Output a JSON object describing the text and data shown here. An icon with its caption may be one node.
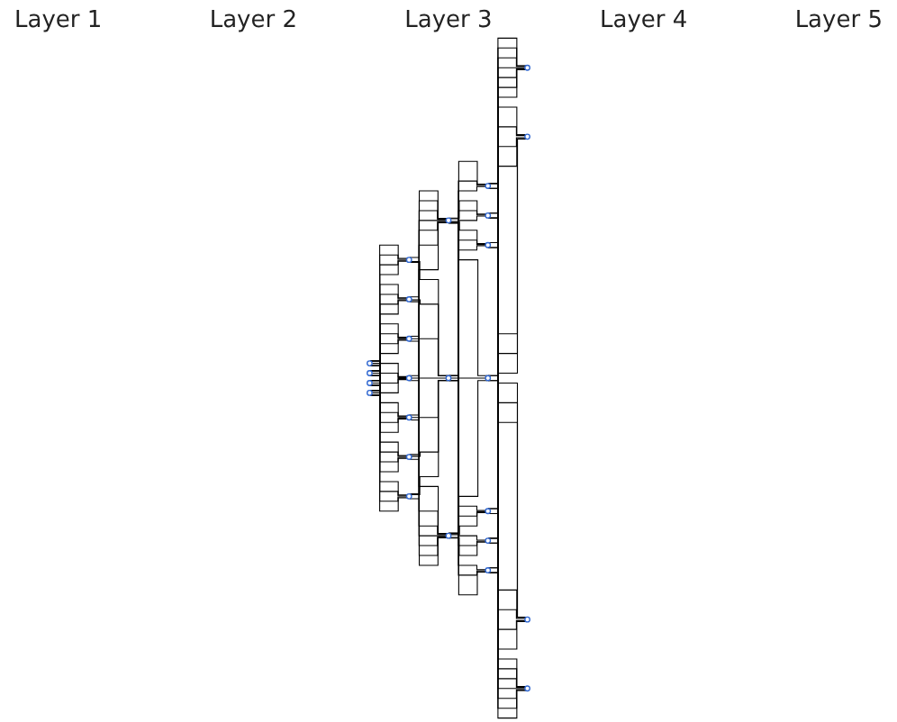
{
  "diagram": {
    "nodes": [
      {
        "text": [],
        "shape": "circle"
      },
      {
        "text": [],
        "shape": "circle"
      },
      {
        "text": [],
        "shape": "circle"
      },
      {
        "text": [],
        "shape": "circle"
      },
      {
        "text": [],
        "shape": "circle"
      },
      {
        "text": [],
        "shape": "circle"
      },
      {
        "text": [],
        "shape": "circle"
      },
      {
        "text": [],
        "shape": "circle"
      },
      {
        "text": [],
        "shape": "circle"
      },
      {
        "text": [],
        "shape": "circle"
      },
      {
        "text": [],
        "shape": "circle"
      },
      {
        "text": [],
        "shape": "circle"
      },
      {
        "text": [],
        "shape": "circle"
      },
      {
        "text": [],
        "shape": "circle"
      },
      {
        "text": [],
        "shape": "circle"
      },
      {
        "text": [],
        "shape": "circle"
      },
      {
        "text": [],
        "shape": "circle"
      },
      {
        "text": [],
        "shape": "circle"
      },
      {
        "text": [],
        "shape": "circle"
      },
      {
        "text": [],
        "shape": "circle"
      },
      {
        "text": [],
        "shape": "circle"
      },
      {
        "text": [],
        "shape": "circle"
      },
      {
        "text": [],
        "shape": "circle"
      },
      {
        "text": [],
        "shape": "circle"
      },
      {
        "text": [],
        "shape": "circle"
      }
    ],
    "edges": [
      {
        "from": 0,
        "to": 4,
        "arrow": "none"
      },
      {
        "from": 0,
        "to": 5,
        "arrow": "none"
      },
      {
        "from": 0,
        "to": 6,
        "arrow": "none"
      },
      {
        "from": 0,
        "to": 7,
        "arrow": "none"
      },
      {
        "from": 0,
        "to": 8,
        "arrow": "none"
      },
      {
        "from": 0,
        "to": 9,
        "arrow": "none"
      },
      {
        "from": 0,
        "to": 10,
        "arrow": "none"
      },
      {
        "from": 1,
        "to": 4,
        "arrow": "none"
      },
      {
        "from": 1,
        "to": 5,
        "arrow": "none"
      },
      {
        "from": 1,
        "to": 6,
        "arrow": "none"
      },
      {
        "from": 1,
        "to": 7,
        "arrow": "none"
      },
      {
        "from": 1,
        "to": 8,
        "arrow": "none"
      },
      {
        "from": 1,
        "to": 9,
        "arrow": "none"
      },
      {
        "from": 1,
        "to": 10,
        "arrow": "none"
      },
      {
        "from": 2,
        "to": 4,
        "arrow": "none"
      },
      {
        "from": 2,
        "to": 5,
        "arrow": "none"
      },
      {
        "from": 2,
        "to": 6,
        "arrow": "none"
      },
      {
        "from": 2,
        "to": 7,
        "arrow": "none"
      },
      {
        "from": 2,
        "to": 8,
        "arrow": "none"
      },
      {
        "from": 2,
        "to": 9,
        "arrow": "none"
      },
      {
        "from": 2,
        "to": 10,
        "arrow": "none"
      },
      {
        "from": 3,
        "to": 4,
        "arrow": "none"
      },
      {
        "from": 3,
        "to": 5,
        "arrow": "none"
      },
      {
        "from": 3,
        "to": 6,
        "arrow": "none"
      },
      {
        "from": 3,
        "to": 7,
        "arrow": "none"
      },
      {
        "from": 3,
        "to": 8,
        "arrow": "none"
      },
      {
        "from": 3,
        "to": 9,
        "arrow": "none"
      },
      {
        "from": 3,
        "to": 10,
        "arrow": "none"
      },
      {
        "from": 4,
        "to": 11,
        "arrow": "none"
      },
      {
        "from": 4,
        "to": 12,
        "arrow": "none"
      },
      {
        "from": 4,
        "to": 13,
        "arrow": "none"
      },
      {
        "from": 5,
        "to": 11,
        "arrow": "none"
      },
      {
        "from": 5,
        "to": 12,
        "arrow": "none"
      },
      {
        "from": 5,
        "to": 13,
        "arrow": "none"
      },
      {
        "from": 6,
        "to": 11,
        "arrow": "none"
      },
      {
        "from": 6,
        "to": 12,
        "arrow": "none"
      },
      {
        "from": 6,
        "to": 13,
        "arrow": "none"
      },
      {
        "from": 7,
        "to": 11,
        "arrow": "none"
      },
      {
        "from": 7,
        "to": 12,
        "arrow": "none"
      },
      {
        "from": 7,
        "to": 13,
        "arrow": "none"
      },
      {
        "from": 8,
        "to": 11,
        "arrow": "none"
      },
      {
        "from": 8,
        "to": 12,
        "arrow": "none"
      },
      {
        "from": 8,
        "to": 13,
        "arrow": "none"
      },
      {
        "from": 9,
        "to": 11,
        "arrow": "none"
      },
      {
        "from": 9,
        "to": 12,
        "arrow": "none"
      },
      {
        "from": 9,
        "to": 13,
        "arrow": "none"
      },
      {
        "from": 10,
        "to": 11,
        "arrow": "none"
      },
      {
        "from": 10,
        "to": 12,
        "arrow": "none"
      },
      {
        "from": 10,
        "to": 13,
        "arrow": "none"
      },
      {
        "from": 11,
        "to": 14,
        "arrow": "none"
      },
      {
        "from": 11,
        "to": 15,
        "arrow": "none"
      },
      {
        "from": 11,
        "to": 16,
        "arrow": "none"
      },
      {
        "from": 11,
        "to": 17,
        "arrow": "none"
      },
      {
        "from": 11,
        "to": 18,
        "arrow": "none"
      },
      {
        "from": 11,
        "to": 19,
        "arrow": "none"
      },
      {
        "from": 11,
        "to": 20,
        "arrow": "none"
      },
      {
        "from": 12,
        "to": 14,
        "arrow": "none"
      },
      {
        "from": 12,
        "to": 15,
        "arrow": "none"
      },
      {
        "from": 12,
        "to": 16,
        "arrow": "none"
      },
      {
        "from": 12,
        "to": 17,
        "arrow": "none"
      },
      {
        "from": 12,
        "to": 18,
        "arrow": "none"
      },
      {
        "from": 12,
        "to": 19,
        "arrow": "none"
      },
      {
        "from": 12,
        "to": 20,
        "arrow": "none"
      },
      {
        "from": 13,
        "to": 14,
        "arrow": "none"
      },
      {
        "from": 13,
        "to": 15,
        "arrow": "none"
      },
      {
        "from": 13,
        "to": 16,
        "arrow": "none"
      },
      {
        "from": 13,
        "to": 17,
        "arrow": "none"
      },
      {
        "from": 13,
        "to": 18,
        "arrow": "none"
      },
      {
        "from": 13,
        "to": 19,
        "arrow": "none"
      },
      {
        "from": 13,
        "to": 20,
        "arrow": "none"
      },
      {
        "from": 14,
        "to": 21,
        "arrow": "none"
      },
      {
        "from": 14,
        "to": 22,
        "arrow": "none"
      },
      {
        "from": 14,
        "to": 23,
        "arrow": "none"
      },
      {
        "from": 14,
        "to": 24,
        "arrow": "none"
      },
      {
        "from": 15,
        "to": 21,
        "arrow": "none"
      },
      {
        "from": 15,
        "to": 22,
        "arrow": "none"
      },
      {
        "from": 15,
        "to": 23,
        "arrow": "none"
      },
      {
        "from": 15,
        "to": 24,
        "arrow": "none"
      },
      {
        "from": 16,
        "to": 21,
        "arrow": "none"
      },
      {
        "from": 16,
        "to": 22,
        "arrow": "none"
      },
      {
        "from": 16,
        "to": 23,
        "arrow": "none"
      },
      {
        "from": 16,
        "to": 24,
        "arrow": "none"
      },
      {
        "from": 17,
        "to": 21,
        "arrow": "none"
      },
      {
        "from": 17,
        "to": 22,
        "arrow": "none"
      },
      {
        "from": 17,
        "to": 23,
        "arrow": "none"
      },
      {
        "from": 17,
        "to": 24,
        "arrow": "none"
      },
      {
        "from": 18,
        "to": 21,
        "arrow": "none"
      },
      {
        "from": 18,
        "to": 22,
        "arrow": "none"
      },
      {
        "from": 18,
        "to": 23,
        "arrow": "none"
      },
      {
        "from": 18,
        "to": 24,
        "arrow": "none"
      },
      {
        "from": 19,
        "to": 21,
        "arrow": "none"
      },
      {
        "from": 19,
        "to": 22,
        "arrow": "none"
      },
      {
        "from": 19,
        "to": 23,
        "arrow": "none"
      },
      {
        "from": 19,
        "to": 24,
        "arrow": "none"
      },
      {
        "from": 20,
        "to": 21,
        "arrow": "none"
      },
      {
        "from": 20,
        "to": 22,
        "arrow": "none"
      },
      {
        "from": 20,
        "to": 23,
        "arrow": "none"
      },
      {
        "from": 20,
        "to": 24,
        "arrow": "none"
      }
    ],
    "labels": [
      "Layer 1",
      "Layer 2",
      "Layer 3",
      "Layer 4",
      "Layer 5"
    ]
  }
}
